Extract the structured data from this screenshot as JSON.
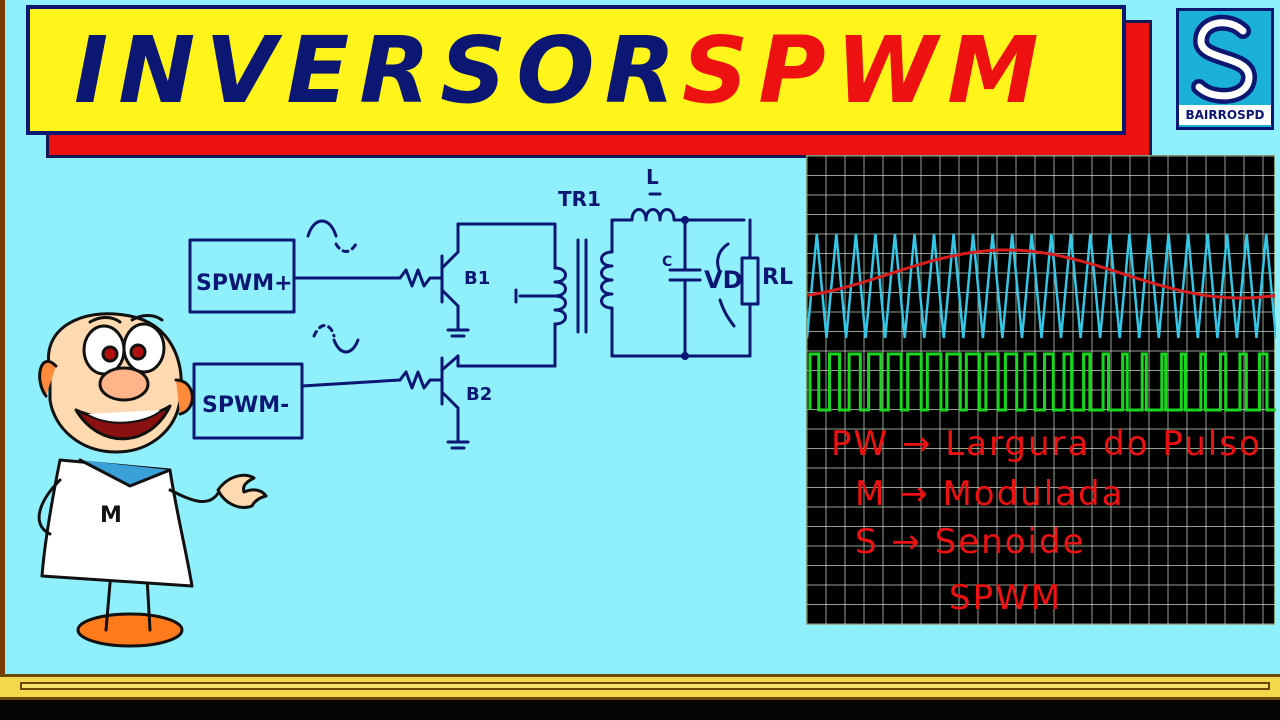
{
  "header": {
    "title_main": "INVERSOR",
    "title_accent": "SPWM"
  },
  "logo": {
    "letter": "S",
    "brand": "BAIRROSPD"
  },
  "circuit": {
    "block_positive": "SPWM+",
    "block_negative": "SPWM-",
    "transformer_label": "TR1",
    "inductor_label": "L",
    "capacitor_label": "C",
    "output_voltage_label": "VD",
    "load_label": "RL",
    "transistor_1_label": "B1",
    "transistor_2_label": "B2"
  },
  "oscilloscope": {
    "notes": {
      "pw": "PW → Largura do Pulso",
      "m": "M → Modulada",
      "s": "S → Senoide",
      "spwm": "SPWM"
    },
    "carrier_color": "#35c6e6",
    "modulating_color": "#d81e1e",
    "pulse_color": "#19d71e",
    "grid_color": "#cfe4cf"
  },
  "colors": {
    "background": "#8ff0fb",
    "banner_fill": "#fff51a",
    "banner_shadow": "#ee1111",
    "ink": "#0c1673"
  }
}
